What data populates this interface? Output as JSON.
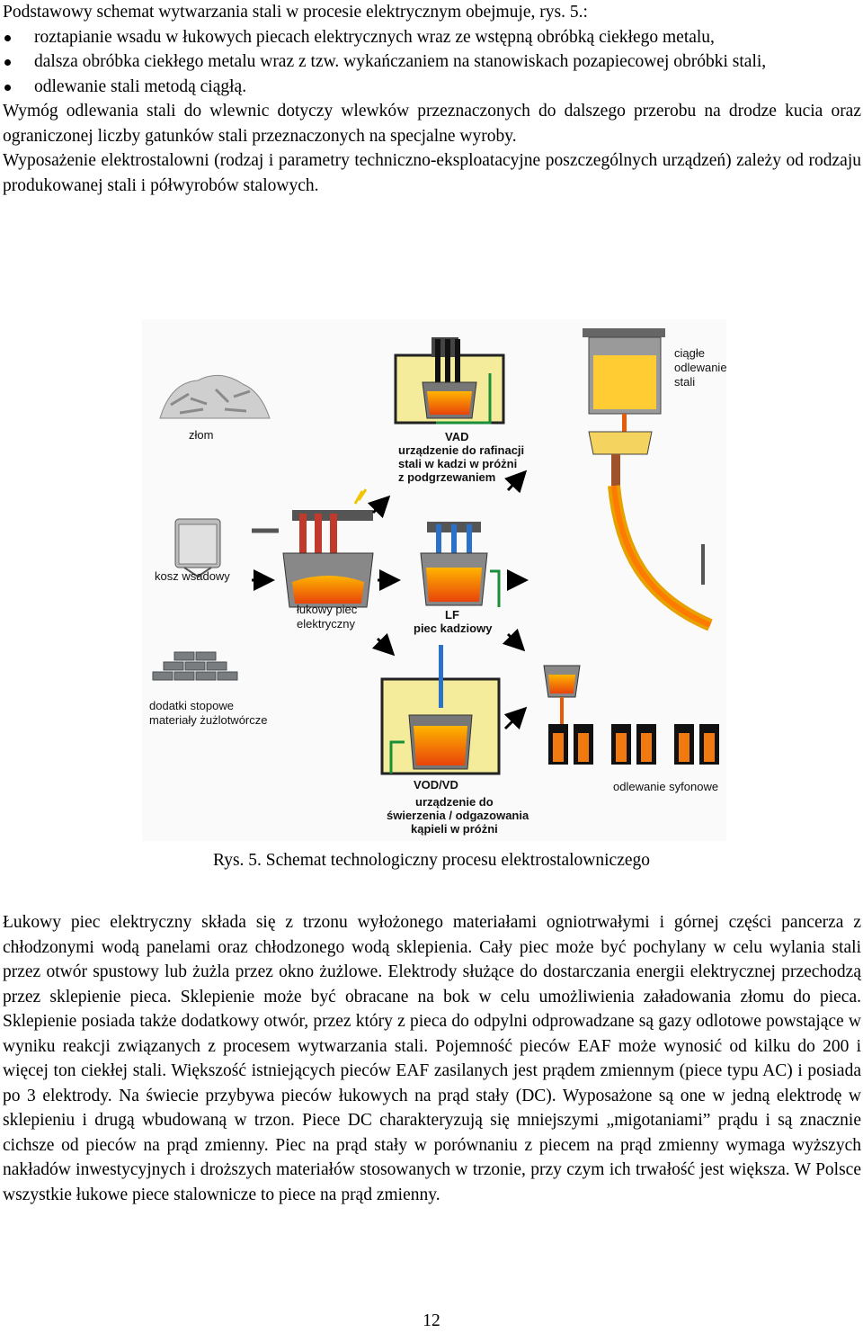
{
  "intro": {
    "lead": "Podstawowy schemat wytwarzania stali w procesie elektrycznym obejmuje, rys. 5.:",
    "bullets": [
      "roztapianie wsadu w łukowych piecach elektrycznych wraz ze wstępną obróbką ciekłego metalu,",
      "dalsza obróbka ciekłego metalu wraz z tzw. wykańczaniem na stanowiskach pozapiecowej obróbki stali,",
      "odlewanie stali metodą ciągłą."
    ],
    "para1": "Wymóg odlewania stali do wlewnic dotyczy wlewków przeznaczonych do dalszego przerobu na drodze kucia oraz ograniczonej liczby gatunków stali przeznaczonych na specjalne wyroby.",
    "para2": "Wyposażenie elektrostalowni (rodzaj i parametry techniczno-eksploatacyjne poszczególnych urządzeń) zależy od rodzaju produkowanej stali i półwyrobów stalowych."
  },
  "figure": {
    "labels": {
      "scrap": "złom",
      "basket": "kosz wsadowy",
      "alloys_1": "dodatki stopowe",
      "alloys_2": "materiały żużlotwórcze",
      "eaf_1": "łukowy piec",
      "eaf_2": "elektryczny",
      "vad_title": "VAD",
      "vad_1": "urządzenie do rafinacji",
      "vad_2": "stali w kadzi w próżni",
      "vad_3": "z podgrzewaniem",
      "lf_title": "LF",
      "lf_1": "piec kadziowy",
      "vod_title": "VOD/VD",
      "vod_1": "urządzenie do",
      "vod_2": "świerzenia / odgazowania",
      "vod_3": "kąpieli w próżni",
      "cc_1": "ciągłe",
      "cc_2": "odlewanie",
      "cc_3": "stali",
      "siphon": "odlewanie syfonowe"
    }
  },
  "caption": "Rys. 5. Schemat technologiczny procesu elektrostalowniczego",
  "body": "Łukowy piec elektryczny składa się z trzonu wyłożonego materiałami ogniotrwałymi i górnej części pancerza z chłodzonymi wodą panelami oraz chłodzonego wodą sklepienia. Cały piec może być pochylany w celu wylania stali przez otwór spustowy lub żużla przez okno żużlowe. Elektrody służące do dostarczania energii elektrycznej przechodzą przez sklepienie pieca. Sklepienie może być obracane na bok w celu umożliwienia załadowania złomu do pieca. Sklepienie posiada także dodatkowy otwór, przez który z pieca do odpylni odprowadzane są gazy odlotowe powstające w wyniku reakcji związanych z procesem wytwarzania stali. Pojemność pieców EAF może wynosić od kilku do 200 i więcej ton ciekłej stali. Większość istniejących pieców EAF zasilanych jest prądem zmiennym (piece typu AC) i posiada po 3 elektrody. Na świecie przybywa pieców łukowych na prąd stały (DC). Wyposażone są one w jedną elektrodę w sklepieniu i drugą wbudowaną w trzon. Piece DC charakteryzują się mniejszymi „migotaniami” prądu i są znacznie cichsze od pieców na prąd zmienny. Piec na prąd stały w porównaniu z piecem na prąd zmienny wymaga wyższych nakładów inwestycyjnych i droższych materiałów stosowanych w trzonie, przy czym ich trwałość jest większa. W Polsce wszystkie łukowe piece stalownicze to piece na prąd zmienny.",
  "page_number": "12"
}
